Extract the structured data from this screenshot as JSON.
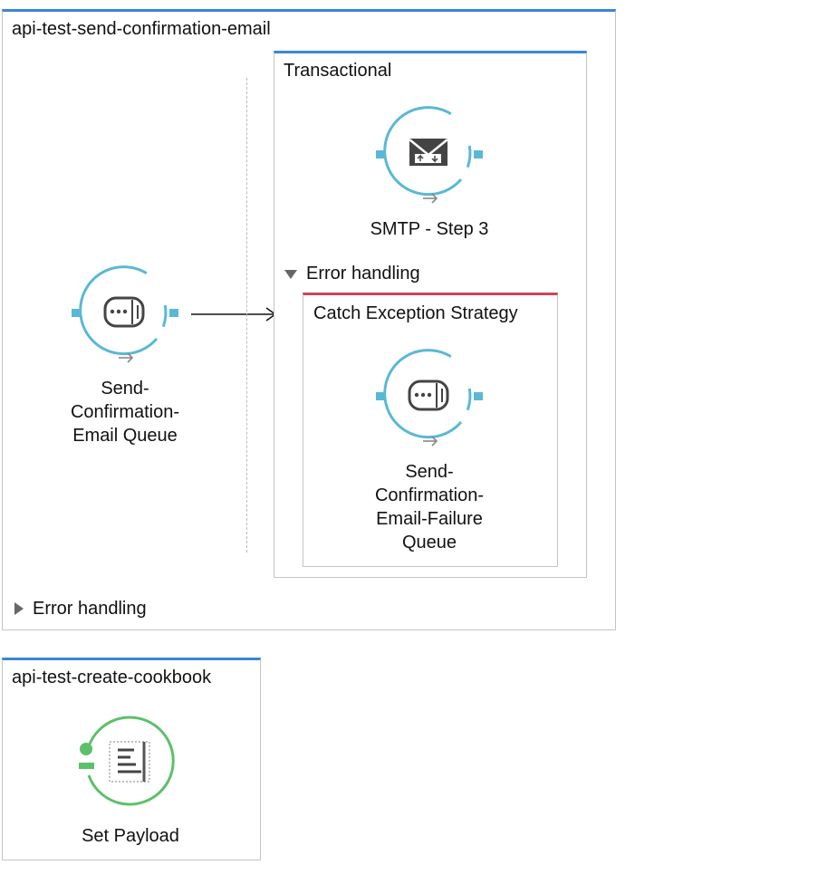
{
  "flow1": {
    "title": "api-test-send-confirmation-email",
    "source_label": "Send-\nConfirmation-\nEmail Queue",
    "transactional": {
      "title": "Transactional",
      "smtp_label": "SMTP - Step 3",
      "error_toggle": "Error handling",
      "catch": {
        "title": "Catch Exception Strategy",
        "queue_label": "Send-\nConfirmation-\nEmail-Failure\nQueue"
      }
    },
    "error_toggle": "Error handling"
  },
  "flow2": {
    "title": "api-test-create-cookbook",
    "payload_label": "Set Payload"
  },
  "colors": {
    "flow_accent": "#3b86d6",
    "catch_accent": "#c8475c",
    "node_ring": "#5ab8d6",
    "payload_ring": "#5cc06a",
    "border": "#c4c4c4"
  },
  "icons": {
    "queue": "queue-endpoint-icon",
    "smtp": "smtp-envelope-icon",
    "payload": "set-payload-icon",
    "flow_arrow": "flow-arrow"
  }
}
